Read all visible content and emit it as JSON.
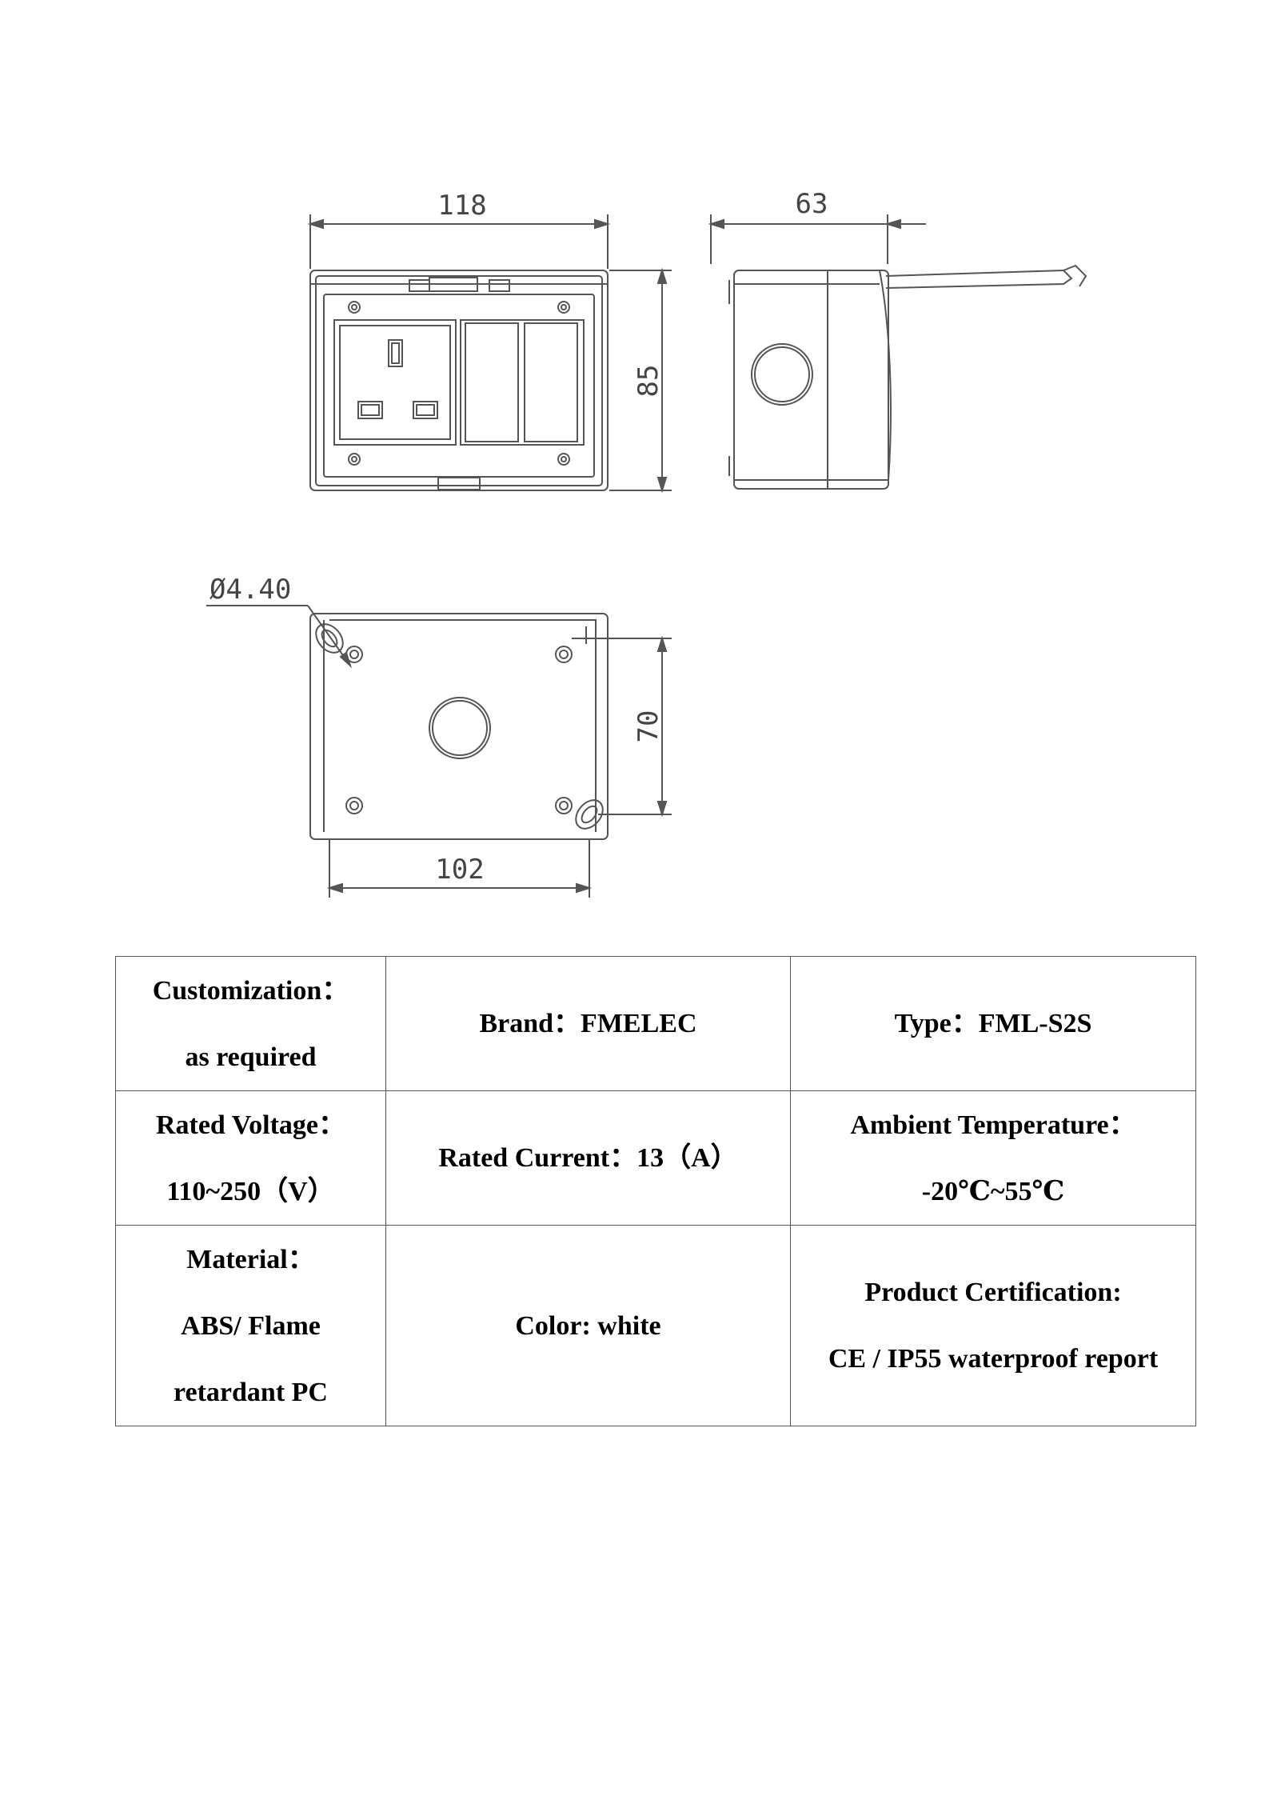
{
  "dimensions": {
    "front_width": "118",
    "front_height": "85",
    "side_depth": "63",
    "hole_diameter": "Ø4.40",
    "back_hole_spacing_v": "70",
    "back_hole_spacing_h": "102"
  },
  "spec_table": {
    "rows": [
      [
        {
          "lines": [
            "Customization：",
            "as required"
          ]
        },
        {
          "lines": [
            "Brand：FMELEC"
          ]
        },
        {
          "lines": [
            "Type：FML-S2S"
          ]
        }
      ],
      [
        {
          "lines": [
            "Rated Voltage：",
            "110~250（V）"
          ]
        },
        {
          "lines": [
            "Rated Current：13（A）"
          ]
        },
        {
          "lines": [
            "Ambient Temperature：",
            "-20℃~55℃"
          ]
        }
      ],
      [
        {
          "lines": [
            "Material：",
            "ABS/ Flame",
            "retardant PC"
          ]
        },
        {
          "lines": [
            "Color: white"
          ]
        },
        {
          "lines": [
            "Product Certification:",
            "CE / IP55 waterproof report"
          ]
        }
      ]
    ]
  }
}
